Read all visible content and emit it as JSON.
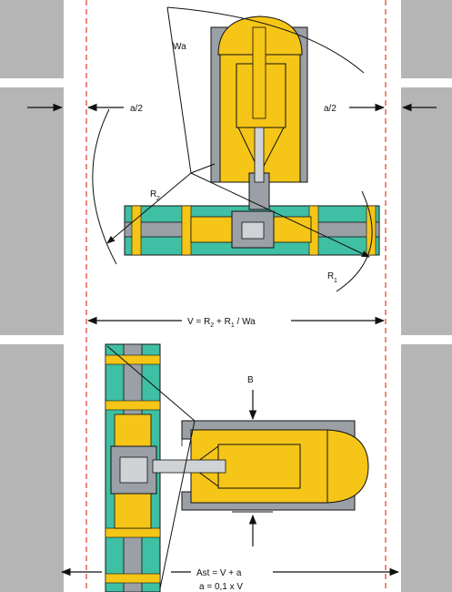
{
  "labels": {
    "wa": "Wa",
    "half_a_left": "a/2",
    "half_a_right": "a/2",
    "r2": "R",
    "r2_sub": "2",
    "r1": "R",
    "r1_sub": "1",
    "formula_v_prefix": "V = R",
    "formula_v_sub1": "2",
    "formula_v_mid": " + R",
    "formula_v_sub2": "1",
    "formula_v_suffix": " / Wa",
    "b": "B",
    "ast": "Ast = V + a",
    "a_formula": "a = 0,1 x V"
  },
  "colors": {
    "machine_yellow": "#f5c518",
    "outrigger_teal": "#3fbfa3",
    "wall_grey": "#b5b5b5",
    "dashed_red": "#e05a3c",
    "line_black": "#111111",
    "steel_grey": "#9aa0a6"
  }
}
